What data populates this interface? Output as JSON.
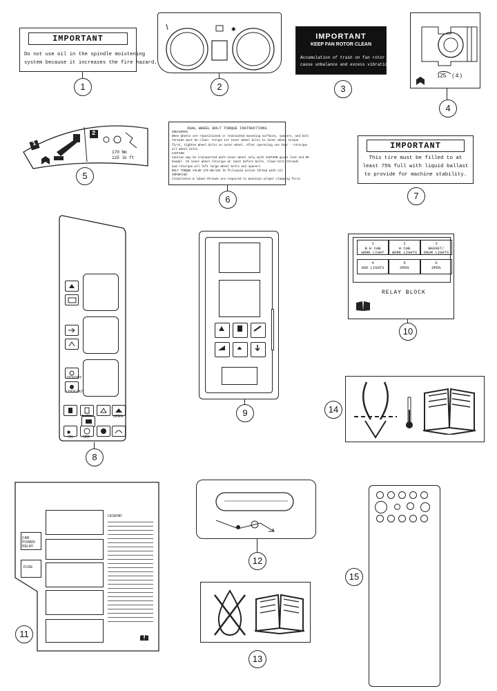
{
  "title": "",
  "callouts": [
    "1",
    "2",
    "3",
    "4",
    "5",
    "6",
    "7",
    "8",
    "9",
    "10",
    "11",
    "12",
    "13",
    "14",
    "15"
  ],
  "decal1": {
    "heading": "IMPORTANT",
    "line1": "Do not use oil in the spindle moistening",
    "line2": "system because it increases the fire hazard."
  },
  "decal3": {
    "heading": "IMPORTANT",
    "sub": "KEEP FAN ROTOR CLEAN",
    "line1": "Accumulation of trash on fan rotor can",
    "line2": "cause unbalance and excess vibration"
  },
  "decal4": {
    "value": "125",
    "sub": "( 4 )"
  },
  "decal5": {
    "n1": "1",
    "n2": "2",
    "torque1": "170 Nm",
    "torque2": "125 lb ft"
  },
  "decal6": {
    "heading": "DUAL WHEEL BOLT TORQUE INSTRUCTIONS",
    "lines": [
      "GREASEMAN",
      "When wheels are repositioned or reattached mounting surfaces, spacers, and bolt",
      "threads must be clean. Torque 1st inner wheel bolts to inner wheel torque",
      "first, tighten wheel bolts on outer wheel. After operating one hour - retorque",
      "all wheel bolts",
      "CAUTION",
      "Caution may be transported with inner wheel only with CAUTION given lock end HD",
      "header. On inner wheel retorque at least before bolts. Clean bolt threads",
      "and retorque all left large wheel bolts and spacers",
      "BOLT TORQUE VALUE  170 Nm/125 lb ft/Liquid active thread with oil",
      "IMPORTANT",
      "Cleanliness & lubed threads are required to maintain proper clamping force"
    ]
  },
  "decal7": {
    "heading": "IMPORTANT",
    "line1": "This tire must be filled to at",
    "line2": "least 75% full with liquid ballast",
    "line3": "to provide for machine stability."
  },
  "decal8": {
    "labels": [
      "LOCKOUT",
      "LOCK OUT",
      "AUTO",
      "OPEN",
      "OPEN",
      "ON",
      "OFF"
    ]
  },
  "decal10": {
    "cells": [
      "1\nB H CAB\nWORK LIGHT",
      "2\nH CAB\nWORK LIGHTS",
      "3\nBASKET/\nDRUM LIGHTS",
      "4\nADD LIGHTS",
      "5\nOPEN",
      "6\nOPEN"
    ],
    "title": "RELAY BLOCK"
  },
  "decal11": {
    "side_labels": [
      "CAB POWER RELAY",
      "FUSE"
    ],
    "legend_title": "LEGEND"
  },
  "colors": {
    "ink": "#222222",
    "decal3_bg": "#111111",
    "paper": "#ffffff"
  }
}
